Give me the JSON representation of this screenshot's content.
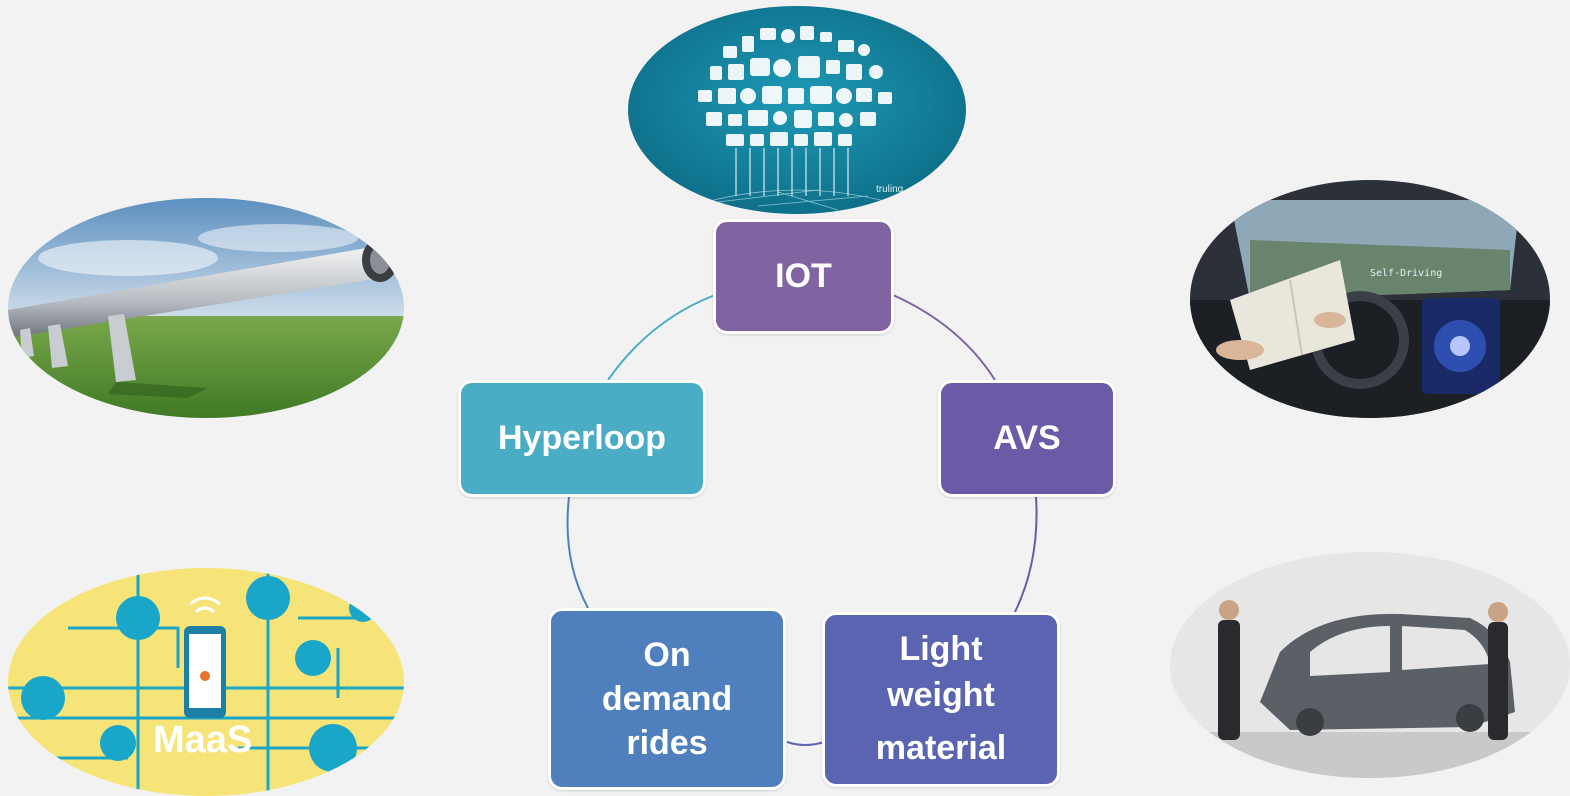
{
  "cycle": {
    "nodes": [
      {
        "id": "iot",
        "label": "IOT",
        "color": "#8064a2"
      },
      {
        "id": "avs",
        "label": "AVS",
        "color": "#6b5aa6"
      },
      {
        "id": "light",
        "label_lines": [
          "Light",
          "weight",
          "material"
        ],
        "color": "#5a64b0"
      },
      {
        "id": "ondemand",
        "label_lines": [
          "On",
          "demand",
          "rides"
        ],
        "color": "#4f80bd"
      },
      {
        "id": "hyperloop",
        "label": "Hyperloop",
        "color": "#4bacc6"
      }
    ],
    "connector_colors": [
      "#8064a2",
      "#6b5aa6",
      "#5a64b0",
      "#4f80bd",
      "#4bacc6"
    ]
  },
  "images": {
    "iot_cloud": {
      "icon": "iot-icon-cloud",
      "caption": "truling"
    },
    "hyperloop_photo": {
      "icon": "hyperloop-tube"
    },
    "self_driving_photo": {
      "icon": "self-driving-car-interior",
      "caption": "Self-Driving"
    },
    "maas_graphic": {
      "icon": "maas-network",
      "caption": "MaaS"
    },
    "car_frame_photo": {
      "icon": "lightweight-car-chassis"
    }
  }
}
